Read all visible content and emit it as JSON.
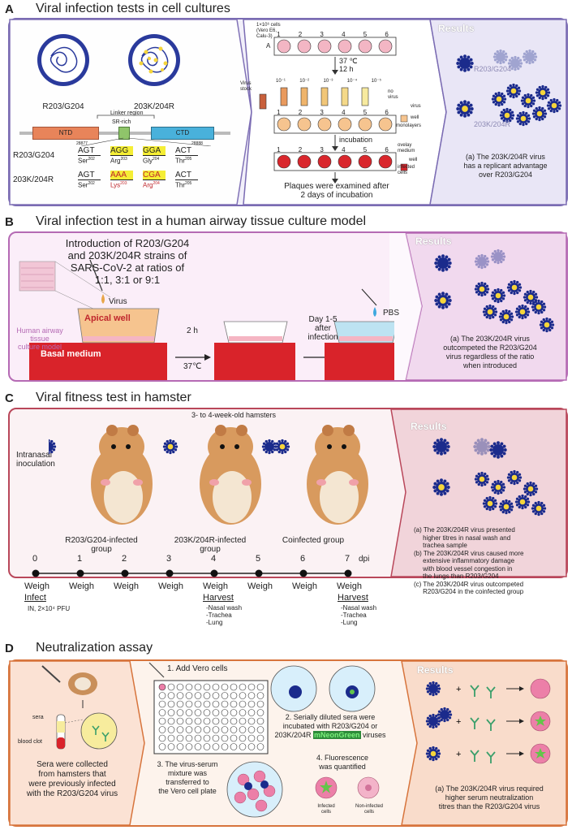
{
  "sections": {
    "A": {
      "letter": "A",
      "title": "Viral infection tests in cell cultures",
      "virus_labels": [
        "R203/G204",
        "203K/204R"
      ],
      "linker_region": "Linker region",
      "sr_rich": "SR-rich",
      "ntd": "NTD",
      "ctd": "CTD",
      "pos_start": "28877",
      "pos_end": "28888",
      "row1_label": "R203/G204",
      "row2_label": "203K/204R",
      "row1_codons": [
        "AGT",
        "AGG",
        "GGA",
        "ACT"
      ],
      "row1_aas": [
        "Ser",
        "Arg",
        "Gly",
        "Thr"
      ],
      "row1_sup": [
        "202",
        "203",
        "204",
        "205"
      ],
      "row2_codons": [
        "AGT",
        "AAA",
        "CGA",
        "ACT"
      ],
      "row2_aas": [
        "Ser",
        "Lys",
        "Arg",
        "Thr"
      ],
      "row2_sup": [
        "202",
        "203",
        "204",
        "205"
      ],
      "cells_label": "1×10⁶ cells",
      "cells_sub": "(Vero E6,\nCalu-3)",
      "row_letter": "A",
      "well_numbers": [
        "1",
        "2",
        "3",
        "4",
        "5",
        "6"
      ],
      "temp": "37 ℃",
      "time": "12 h",
      "virus_stock": "Virus\nstock",
      "dilutions": [
        "10⁻¹",
        "10⁻²",
        "10⁻³",
        "10⁻⁴",
        "10⁻⁵"
      ],
      "no_virus": "no\nvirus",
      "legend_virus": "virus",
      "legend_well": "well",
      "legend_mono": "monolayers",
      "incubation": "incubation",
      "overlay": "ovelay\nmedium",
      "legend_well2": "well",
      "infected_cells": "infected\ncells",
      "plaques": "Plaques were examined after\n2 days of incubation",
      "results": "Results",
      "res_label1": "R203/G204",
      "res_label2": "203K/204R",
      "result_text": "(a) The 203K/204R virus\nhas a replicant advantage\nover R203/G204"
    },
    "B": {
      "letter": "B",
      "title": "Viral infection test in  a human airway tissue culture model",
      "intro": "Introduction of R203/G204\nand 203K/204R strains of\nSARS-CoV-2 at ratios of\n1:1, 3:1 or 9:1",
      "virus": "Virus",
      "apical": "Apical well",
      "basal": "Basal medium",
      "tissue": "Human airway\ntissue\nculture model",
      "time": "2 h",
      "temp": "37℃",
      "day": "Day 1-5\nafter\ninfection",
      "pbs": "PBS",
      "results": "Results",
      "result_text": "(a) The 203K/204R virus\noutcompeted the R203/G204\nvirus regardless of the ratio\nwhen introduced"
    },
    "C": {
      "letter": "C",
      "title": "Viral fitness test in hamster",
      "age": "3- to 4-week-old hamsters",
      "inoculation": "Intranasal\ninoculation",
      "groups": [
        "R203/G204-infected\ngroup",
        "203K/204R-infected\ngroup",
        "Coinfected group"
      ],
      "days": [
        "0",
        "1",
        "2",
        "3",
        "4",
        "5",
        "6",
        "7"
      ],
      "dpi": "dpi",
      "weigh": "Weigh",
      "infect": "Infect",
      "infect_detail": "IN,  2×10⁴ PFU",
      "harvest": "Harvest",
      "harvest_items": "-Nasal wash\n-Trachea\n-Lung",
      "results": "Results",
      "result_text": "(a) The 203K/204R virus presented\n     higher titres in nasal wash and\n     trachea sample\n(b) The 203K/204R virus caused more\n     extensive inflammatory damage\n     with blood vessel congestion in\n     the lungs than R203/G204\n(c) The 203K/204R virus outcompeted\n     R203/G204 in the coinfected group"
    },
    "D": {
      "letter": "D",
      "title": "Neutralization assay",
      "sera": "sera",
      "blood_clot": "blood clot",
      "sera_collected": "Sera were collected\nfrom hamsters that\nwere previously infected\nwith the R203/G204 virus",
      "step1": "1. Add Vero cells",
      "step2a": "2. Serially diluted sera were",
      "step2b": "incubated with R203/G204 or",
      "step2c_pre": "203K/204R ",
      "step2c_hl": "mNeonGreen",
      "step2c_post": " viruses",
      "step3": "3. The virus-serum\nmixture was\ntransferred to\nthe Vero cell plate",
      "step4": "4. Fluorescence\nwas quantified",
      "infected": "Infected\ncells",
      "noninfected": "Non-infected\ncells",
      "results": "Results",
      "result_text": "(a) The 203K/204R virus required\nhigher serum neutralization\ntitres than the R203/G204 virus"
    }
  },
  "colors": {
    "a_border": "#7b6cb3",
    "a_bg": "#efedf8",
    "b_border": "#b56ab4",
    "b_bg": "#f5e4f3",
    "c_border": "#b9475a",
    "c_bg": "#f6e1e4",
    "d_border": "#d7743c",
    "d_bg": "#fbe9dd",
    "virus_blue": "#1b2b8c",
    "virus_yellow": "#f6d53b"
  }
}
